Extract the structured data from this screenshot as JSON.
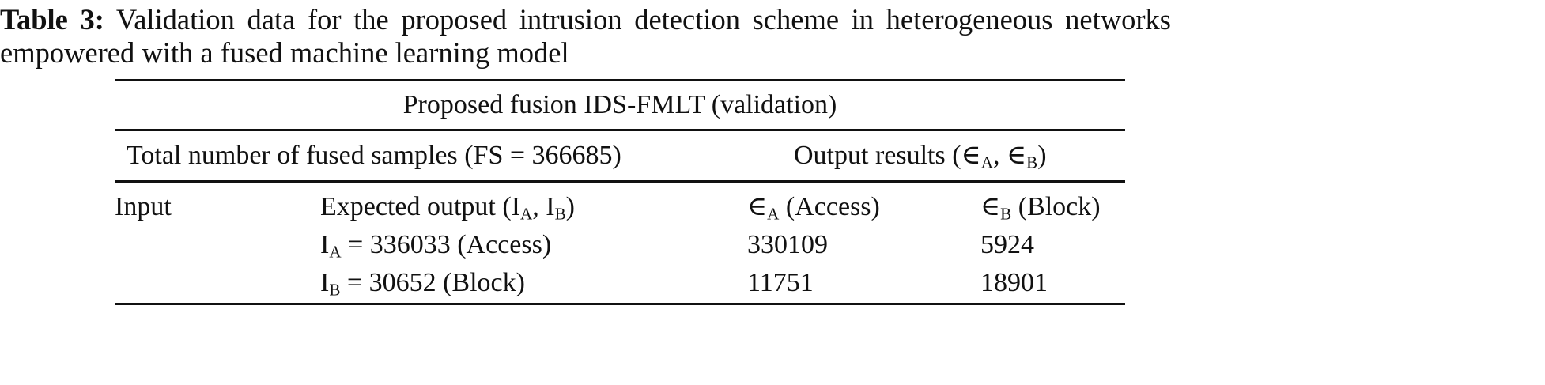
{
  "caption": {
    "label": "Table 3:",
    "line1": " Validation data for the proposed intrusion detection scheme in heterogeneous networks",
    "line2": "empowered with a fused machine learning model"
  },
  "table": {
    "title": "Proposed fusion IDS-FMLT (validation)",
    "group_headers": {
      "left": "Total number of fused samples (FS = 366685)",
      "right_prefix": "Output results (",
      "right_sym_a": "∈",
      "right_sub_a": "A",
      "right_sep": ", ",
      "right_sym_b": "∈",
      "right_sub_b": "B",
      "right_suffix": ")"
    },
    "columns": {
      "input": "Input",
      "expected_prefix": "Expected output (I",
      "expected_sub_a": "A",
      "expected_sep": ", I",
      "expected_sub_b": "B",
      "expected_suffix": ")",
      "out_a_sym": "∈",
      "out_a_sub": "A",
      "out_a_label": " (Access)",
      "out_b_sym": "∈",
      "out_b_sub": "B",
      "out_b_label": " (Block)"
    },
    "rows": [
      {
        "input": "",
        "expected_sym": "I",
        "expected_sub": "A",
        "expected_rest": " = 336033 (Access)",
        "out_a": "330109",
        "out_b": "5924"
      },
      {
        "input": "",
        "expected_sym": "I",
        "expected_sub": "B",
        "expected_rest": " = 30652 (Block)",
        "out_a": "11751",
        "out_b": "18901"
      }
    ]
  },
  "chart_data": {
    "type": "table",
    "title": "Validation data for the proposed intrusion detection scheme in heterogeneous networks empowered with a fused machine learning model",
    "header": [
      "Input",
      "Expected output (IA, IB)",
      "∈A (Access)",
      "∈B (Block)"
    ],
    "rows": [
      [
        "",
        "IA = 336033 (Access)",
        330109,
        5924
      ],
      [
        "",
        "IB = 30652 (Block)",
        11751,
        18901
      ]
    ],
    "total_fused_samples": 366685
  }
}
